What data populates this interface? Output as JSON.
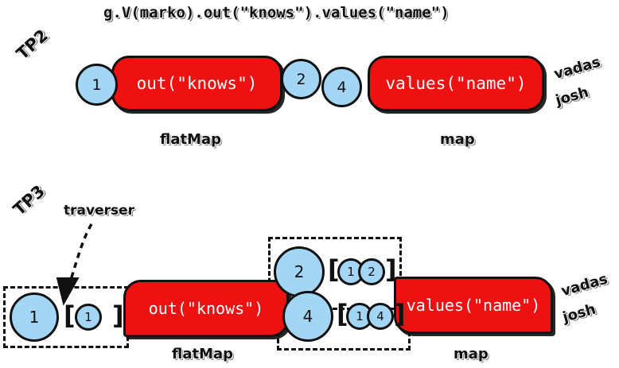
{
  "title": {
    "text": "g.V(marko).out(\"knows\").values(\"name\")"
  },
  "colors": {
    "step_red": "#ee1111",
    "node_blue": "#a3d5f5",
    "outline_black": "#111111",
    "step_text": "#ffffff",
    "background": "#ffffff"
  },
  "tp2": {
    "version_label": "TP2",
    "nodes": {
      "start": "1",
      "mid_upper": "2",
      "mid_lower": "4"
    },
    "steps": {
      "flatmap_step": "out(\"knows\")",
      "map_step": "values(\"name\")"
    },
    "step_type_labels": {
      "flatmap": "flatMap",
      "map": "map"
    },
    "results": [
      "vadas",
      "josh"
    ]
  },
  "tp3": {
    "version_label": "TP3",
    "annotation": {
      "traverser_label": "traverser"
    },
    "traversers": {
      "input": {
        "node": "1",
        "open_bracket": "[",
        "path": [
          "1"
        ],
        "close_bracket": "]"
      },
      "branch_upper": {
        "node": "2",
        "open_bracket": "[",
        "path": [
          "1",
          "2"
        ],
        "close_bracket": "]"
      },
      "branch_lower": {
        "node": "4",
        "open_bracket": "[",
        "path": [
          "1",
          "4"
        ],
        "close_bracket": "]"
      }
    },
    "steps": {
      "flatmap_step": "out(\"knows\")",
      "map_step": "values(\"name\")"
    },
    "step_type_labels": {
      "flatmap": "flatMap",
      "map": "map"
    },
    "results": [
      "vadas",
      "josh"
    ]
  }
}
